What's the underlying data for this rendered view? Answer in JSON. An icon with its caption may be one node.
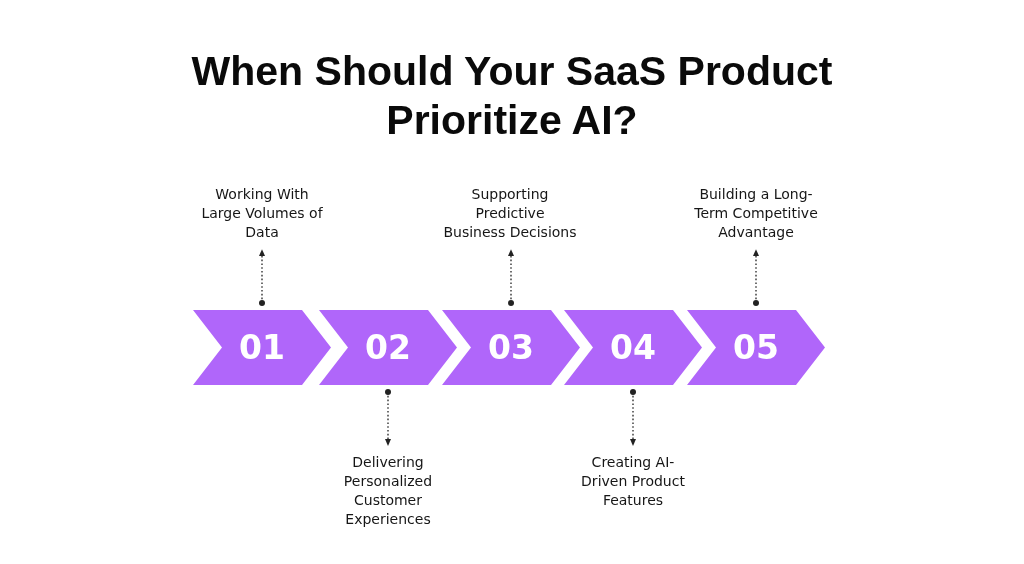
{
  "diagram": {
    "title": "When Should Your SaaS Product Prioritize AI?",
    "nodes": [
      {
        "text": [
          "Working With Large Volumes of Data"
        ]
      },
      {
        "text": [
          "Supporting Predictive Business Decisions"
        ]
      },
      {
        "text": [
          "Building a Long-Term Competitive Advantage"
        ]
      },
      {
        "text": [
          "01"
        ]
      },
      {
        "text": [
          "02"
        ]
      },
      {
        "text": [
          "03"
        ]
      },
      {
        "text": [
          "04"
        ]
      },
      {
        "text": [
          "05"
        ]
      },
      {
        "text": [
          "Delivering Personalized Customer Experiences"
        ]
      },
      {
        "text": [
          "Creating AI-Driven Product Features"
        ]
      }
    ],
    "edges": [
      {
        "from": 3,
        "to": 0,
        "arrow": "to",
        "style": "dashed"
      },
      {
        "from": 4,
        "to": 8,
        "arrow": "to",
        "style": "dashed"
      },
      {
        "from": 5,
        "to": 1,
        "arrow": "to",
        "style": "dashed"
      },
      {
        "from": 6,
        "to": 9,
        "arrow": "to",
        "style": "dashed"
      },
      {
        "from": 7,
        "to": 2,
        "arrow": "to",
        "style": "dashed"
      }
    ]
  }
}
